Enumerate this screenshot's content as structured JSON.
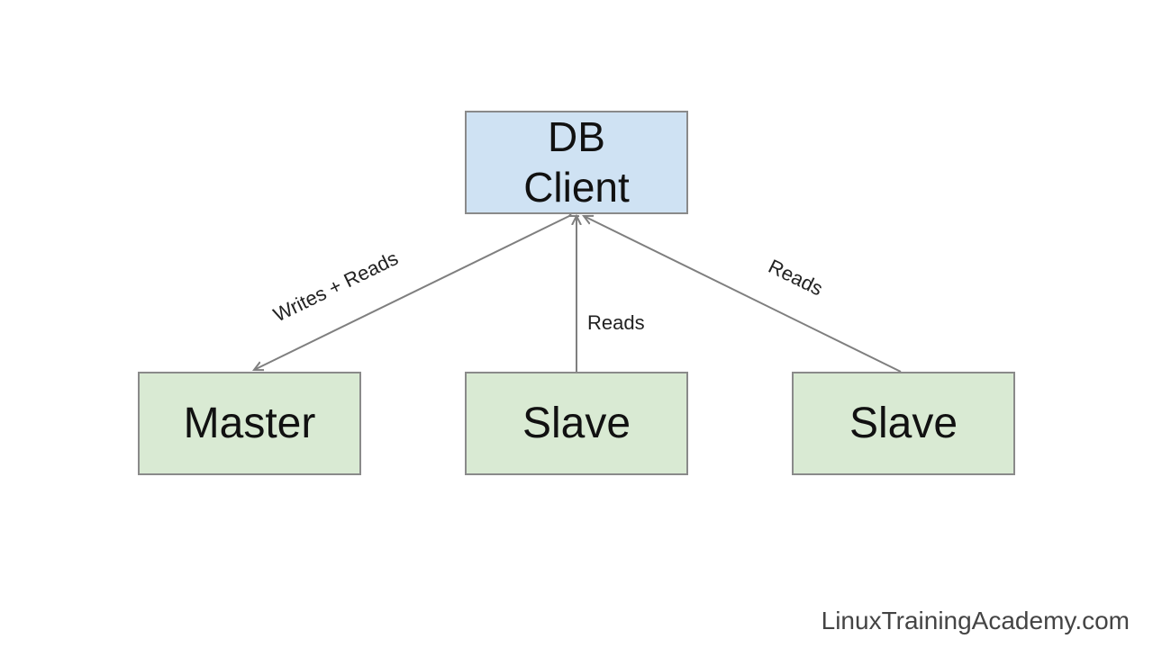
{
  "diagram": {
    "nodes": {
      "client": {
        "line1": "DB",
        "line2": "Client"
      },
      "master": {
        "label": "Master"
      },
      "slave_1": {
        "label": "Slave"
      },
      "slave_2": {
        "label": "Slave"
      }
    },
    "edges": {
      "master_to_client": {
        "label": "Writes + Reads"
      },
      "slave1_to_client": {
        "label": "Reads"
      },
      "slave2_to_client": {
        "label": "Reads"
      }
    },
    "colors": {
      "client_fill": "#cfe2f3",
      "server_fill": "#d9ead3",
      "border": "#8a8a8a",
      "edge": "#7f7f7f"
    }
  },
  "footer": {
    "text": "LinuxTrainingAcademy.com"
  }
}
